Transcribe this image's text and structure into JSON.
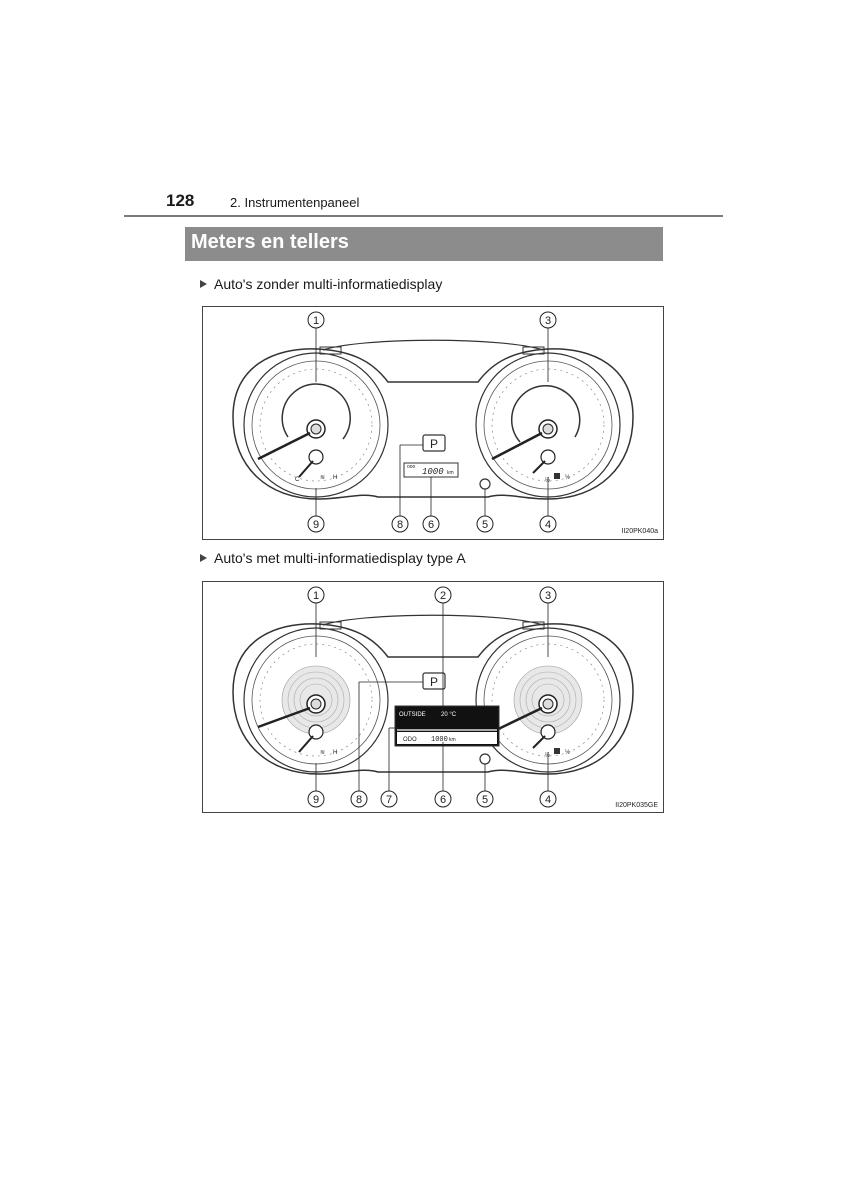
{
  "header": {
    "page_number": "128",
    "chapter": "2. Instrumentenpaneel"
  },
  "section": {
    "title": "Meters en tellers"
  },
  "figures": [
    {
      "subheading": "Auto's zonder multi-informatiedisplay",
      "code": "II20PK040a",
      "callouts": [
        "1",
        "3",
        "9",
        "8",
        "6",
        "5",
        "4"
      ],
      "shift_indicator": "P",
      "odometer": "1000",
      "odometer_unit": "km",
      "temp_labels": [
        "C",
        "H"
      ],
      "fuel_labels": [
        "½",
        "½"
      ]
    },
    {
      "subheading": "Auto's met multi-informatiedisplay type A",
      "code": "II20PK035GE",
      "callouts": [
        "1",
        "2",
        "3",
        "9",
        "8",
        "7",
        "6",
        "5",
        "4"
      ],
      "shift_indicator": "P",
      "outside_label": "OUTSIDE",
      "outside_value": "20 °C",
      "odo_label": "ODO",
      "odometer": "1000",
      "odometer_unit": "km",
      "temp_labels": [
        "H"
      ],
      "fuel_labels": [
        "½",
        "½"
      ]
    }
  ]
}
